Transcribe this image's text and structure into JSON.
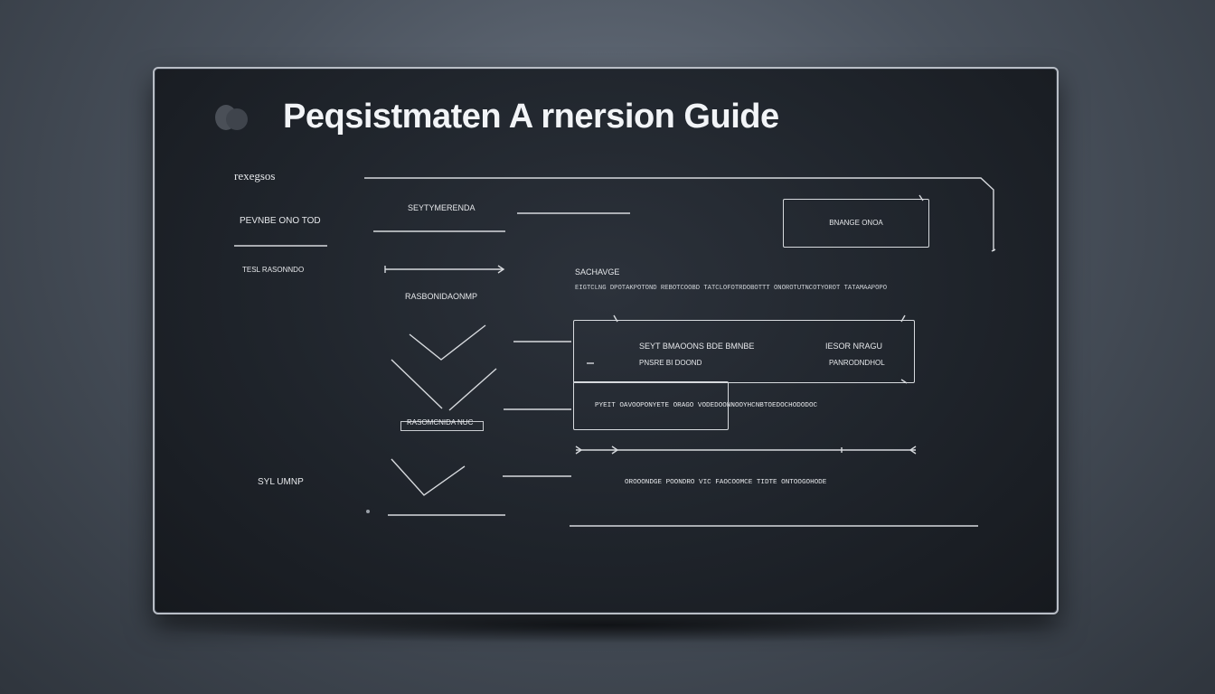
{
  "window": {
    "title": "Peqsistmaten A rnersion Guide",
    "logo_icon": "cloud-logo-icon"
  },
  "sidebar": {
    "heading": "rexegsos",
    "items": [
      "PEVNBE ONO TOD",
      "TESL RASONNDO"
    ],
    "footer": "SYL UMNP"
  },
  "flow": {
    "step_top": "SEYTYMERENDA",
    "step_mid": "RASBONIDAONMP",
    "step_bottom_label": "RASOMCNIDA NUC"
  },
  "action_button": {
    "label": "BNANGE ONOA"
  },
  "detail": {
    "heading": "SACHAVGE",
    "description": "EIGTCLNG DPOTAKPOTOND REBOTCOOBD TATCLOFOTRDOBOTTT ONOROTUTNCOTYOROT TATAMAAPOPO",
    "panel_one": {
      "row1_left": "SEYT BMAOONS BDE BMNBE",
      "row1_right": "IESOR NRAGU",
      "row2_left": "PNSRE BI DOOND",
      "row2_right": "PANRODNDHOL"
    },
    "panel_two_text": "PYEIT OAVOOPONYETE ORAGO VODEDOONNOOYHCNBTOEDOCHODODOC",
    "bottom_text": "OROOONDGE POONDRO VIC FAOCOOMCE TIDTE ONTOOGOHODE"
  },
  "colors": {
    "background": "#4a525d",
    "window": "#1f242b",
    "line": "#d7dade",
    "text": "#e6e8eb"
  }
}
